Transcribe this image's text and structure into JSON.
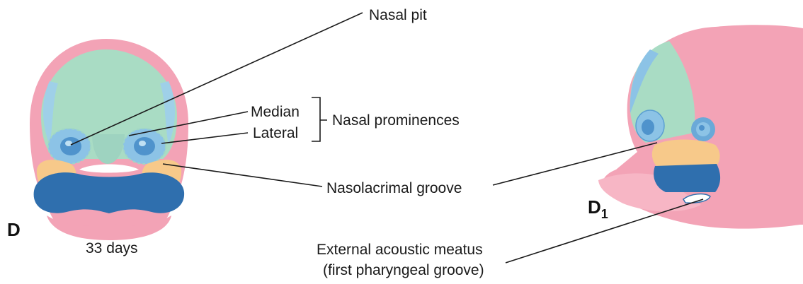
{
  "labels": {
    "nasal_pit": "Nasal pit",
    "median": "Median",
    "lateral": "Lateral",
    "nasal_prominences": "Nasal prominences",
    "nasolacrimal_groove": "Nasolacrimal groove",
    "external_acoustic_meatus_line1": "External acoustic meatus",
    "external_acoustic_meatus_line2": "(first pharyngeal groove)",
    "age": "33 days"
  },
  "panels": {
    "front": "D",
    "side_letter": "D",
    "side_subscript": "1"
  },
  "colors": {
    "frontonasal_green": "#a9dcc4",
    "skin_pink": "#f3a3b6",
    "maxillary_orange": "#f7c98a",
    "mandibular_blue": "#2f6fae",
    "nasal_blue": "#8cc3e6",
    "leader_line": "#1a1a1a"
  }
}
